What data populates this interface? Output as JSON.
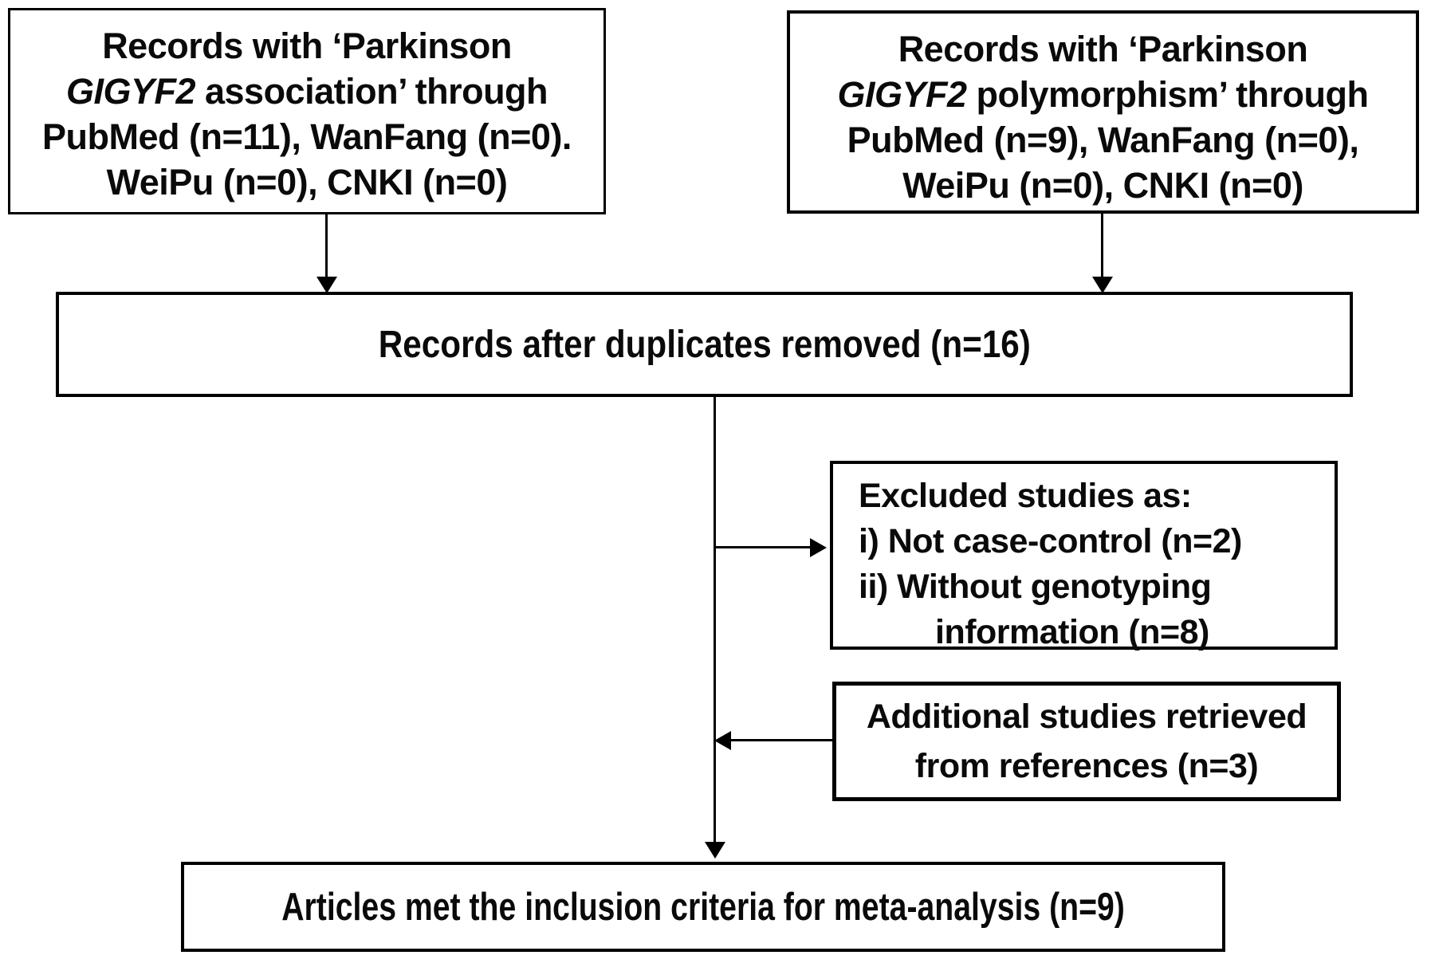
{
  "diagram": {
    "type": "prisma-flowchart",
    "colors": {
      "background": "#ffffff",
      "line": "#000000",
      "text": "#0a0a0a"
    },
    "boxes": {
      "source_left": {
        "line1": "Records with ‘Parkinson",
        "gene": "GIGYF2",
        "line2_rest": " association’ through",
        "line3": "PubMed (n=11), WanFang (n=0).",
        "line4": "WeiPu (n=0), CNKI (n=0)"
      },
      "source_right": {
        "line1": "Records with ‘Parkinson",
        "gene": "GIGYF2",
        "line2_rest": " polymorphism’ through",
        "line3": "PubMed (n=9), WanFang (n=0),",
        "line4": "WeiPu (n=0), CNKI (n=0)"
      },
      "duplicates_removed": {
        "text": "Records after duplicates removed (n=16)"
      },
      "excluded": {
        "line1": "Excluded studies as:",
        "line2": "i) Not case-control (n=2)",
        "line3": "ii) Without genotyping",
        "line4": "information (n=8)"
      },
      "additional": {
        "line1": "Additional studies retrieved",
        "line2": "from references (n=3)"
      },
      "final": {
        "text": "Articles met the inclusion criteria for meta-analysis (n=9)"
      }
    }
  }
}
